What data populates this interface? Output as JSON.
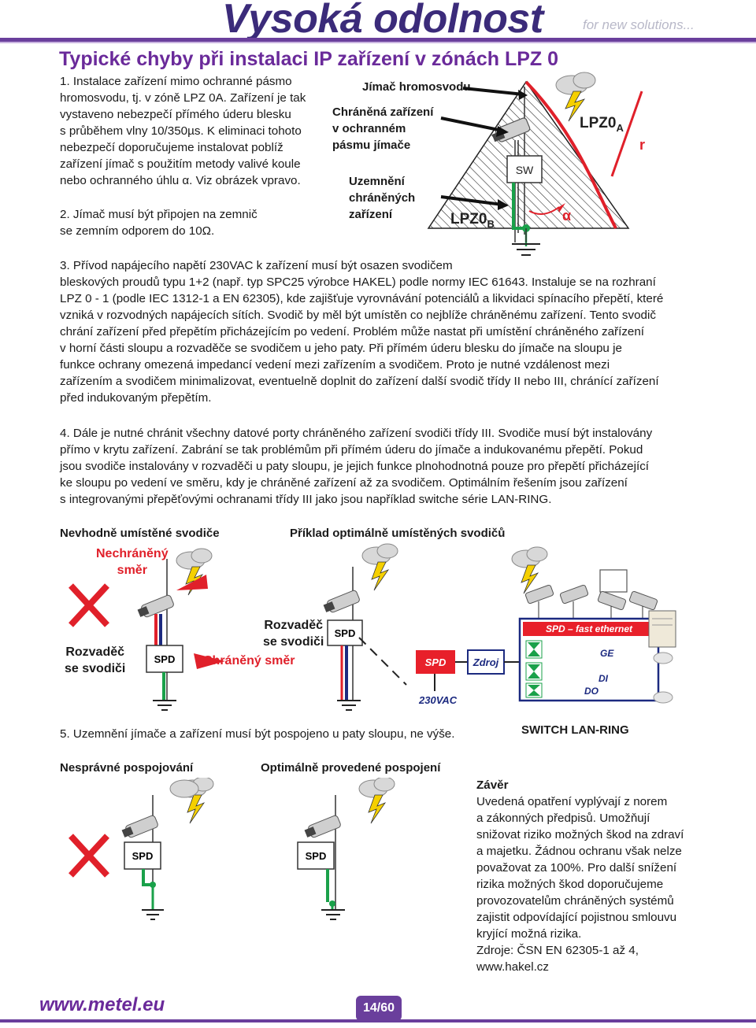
{
  "header": {
    "brand": "Vysoká odolnost",
    "tagline": "for new solutions..."
  },
  "title": "Typické chyby při instalaci IP zařízení v zónách LPZ 0",
  "section1": {
    "lines": [
      "1. Instalace zařízení mimo ochranné pásmo",
      "hromosvodu, tj. v zóně LPZ 0A. Zařízení je tak",
      "vystaveno nebezpečí přímého úderu blesku",
      "s průběhem vlny 10/350µs. K eliminaci tohoto",
      "nebezpečí doporučujeme instalovat poblíž",
      "zařízení jímač s použitím metody valivé koule",
      "nebo ochranného úhlu α. Viz obrázek vpravo."
    ]
  },
  "section2": {
    "lines": [
      "2. Jímač musí být připojen na zemnič",
      "se zemním odporem do 10Ω."
    ]
  },
  "diagram1": {
    "label_rod": "Jímač hromosvodu",
    "label_protected_lines": [
      "Chráněná zařízení",
      "v ochranném",
      "pásmu jímače"
    ],
    "label_grounding_lines": [
      "Uzemnění",
      "chráněných",
      "zařízení"
    ],
    "zone_a": "LPZ0",
    "zone_a_sub": "A",
    "zone_b": "LPZ0",
    "zone_b_sub": "B",
    "sw": "SW",
    "alpha": "α",
    "r": "r"
  },
  "section3": {
    "lines": [
      "3. Přívod napájecího napětí 230VAC k zařízení musí být osazen svodičem",
      "bleskových proudů typu 1+2 (např. typ SPC25 výrobce HAKEL) podle normy IEC 61643. Instaluje  se na rozhraní",
      "LPZ 0 - 1 (podle IEC 1312-1 a EN 62305), kde zajišťuje vyrovnávání potenciálů a likvidaci spínacího přepětí, které",
      "vzniká v rozvodných napájecích sítích. Svodič by měl být umístěn co nejblíže chráněnému zařízení. Tento svodič",
      "chrání zařízení před přepětím přicházejícím po vedení. Problém může nastat při umístění chráněného zařízení",
      "v horní části sloupu a rozvaděče se svodičem u jeho paty. Při přímém úderu blesku do jímače na sloupu je",
      "funkce ochrany omezená impedancí vedení mezi zařízením a svodičem. Proto je nutné vzdálenost mezi",
      "zařízením a svodičem minimalizovat, eventuelně doplnit do zařízení další svodič třídy II nebo III, chránící zařízení",
      "před indukovaným přepětím."
    ]
  },
  "section4": {
    "lines": [
      "4. Dále je nutné chránit všechny datové porty chráněného zařízení svodiči třídy III. Svodiče musí být instalovány",
      "přímo v krytu zařízení. Zabrání se tak problémům při přímém úderu do jímače a indukovanému přepětí. Pokud",
      "jsou svodiče instalovány v rozvaděči u paty sloupu, je jejich funkce plnohodnotná pouze pro přepětí přicházející",
      "ke sloupu po vedení ve směru, kdy je chráněné zařízení až za svodičem. Optimálním řešením jsou zařízení",
      "s integrovanými přepěťovými ochranami třídy III jako jsou například switche série LAN-RING."
    ]
  },
  "diagram2": {
    "heading_bad": "Nevhodně umístěné svodiče",
    "heading_good": "Příklad optimálně umístěných svodičů",
    "unprotected_lines": [
      "Nechráněný",
      "směr"
    ],
    "cabinet_left_lines": [
      "Rozvaděč",
      "se svodiči"
    ],
    "cabinet_mid_lines": [
      "Rozvaděč",
      "se svodiči"
    ],
    "protected_dir": "Chráněný směr",
    "spd": "SPD",
    "spd_fast": "SPD – fast ethernet",
    "zdroj": "Zdroj",
    "vac": "230VAC",
    "ge": "GE",
    "di": "DI",
    "do": "DO",
    "switch_label": "SWITCH LAN-RING"
  },
  "section5": {
    "text": "5. Uzemnění jímače a zařízení musí být pospojeno u paty sloupu, ne výše.",
    "heading_bad": "Nesprávné pospojování",
    "heading_good": "Optimálně provedené pospojení",
    "spd": "SPD"
  },
  "conclusion": {
    "heading": "Závěr",
    "lines": [
      "Uvedená opatření vyplývají z norem",
      "a zákonných předpisů. Umožňují",
      "snižovat riziko možných škod na zdraví",
      "a majetku. Žádnou ochranu však nelze",
      "považovat za 100%. Pro další snížení",
      "rizika možných škod doporučujeme",
      "provozovatelům chráněných systémů",
      "zajistit odpovídající pojistnou smlouvu",
      "kryjící možná rizika.",
      "Zdroje: ČSN EN 62305-1 až 4,",
      "www.hakel.cz"
    ]
  },
  "footer": {
    "url": "www.metel.eu",
    "page": "14/60"
  },
  "colors": {
    "brand_purple": "#3b2b7a",
    "title_purple": "#6a2a9a",
    "warning_red": "#e0202a",
    "ground_green": "#1aa14a",
    "box_red": "#e8202a",
    "box_blue": "#1c2a80"
  }
}
